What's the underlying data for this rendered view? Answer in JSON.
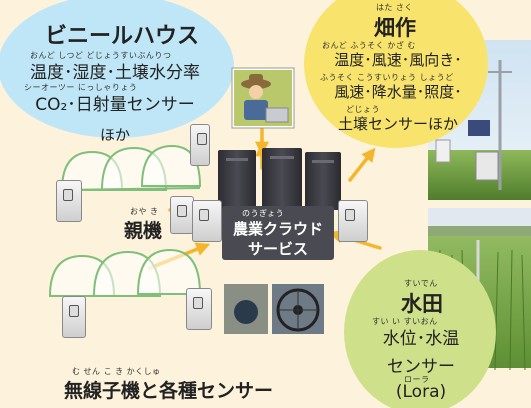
{
  "vinyl_house": {
    "title": "ビニールハウス",
    "line1_ruby": "おんど しつど  どじょうすいぶんりつ",
    "line1": "温度･湿度･土壌水分率",
    "line2_ruby": "シーオーツー  にっしゃりょう",
    "line2": "CO₂･日射量センサー",
    "line3": "ほか"
  },
  "field": {
    "title_ruby": "はた さく",
    "title": "畑作",
    "line1_ruby": "おんど  ふうそく かざ む",
    "line1": "温度･風速･風向き･",
    "line2_ruby": "ふうそく こうすいりょう しょうど",
    "line2": "風速･降水量･照度･",
    "line3_ruby": "どじょう",
    "line3": "土壌センサーほか"
  },
  "paddy": {
    "title_ruby": "すいでん",
    "title": "水田",
    "line1_ruby": "すい い   すいおん",
    "line1": "水位･水温",
    "line2": "センサー",
    "line3_ruby": "ローラ",
    "line3": "(Lora)"
  },
  "parent_unit": {
    "ruby": "おや  き",
    "label": "親機"
  },
  "cloud": {
    "ruby": "のうぎょう",
    "line1": "農業クラウド",
    "line2": "サービス"
  },
  "bottom": {
    "ruby": "む せん こ  き       かくしゅ",
    "label": "無線子機と各種センサー"
  },
  "colors": {
    "background": "#fdf3dc",
    "blue_bubble": "#bfe6f7",
    "yellow_bubble": "#f8e46c",
    "green_bubble": "#cfe08a",
    "arrow": "#f5b52d",
    "cloud_label_bg": "#4a4a52"
  }
}
